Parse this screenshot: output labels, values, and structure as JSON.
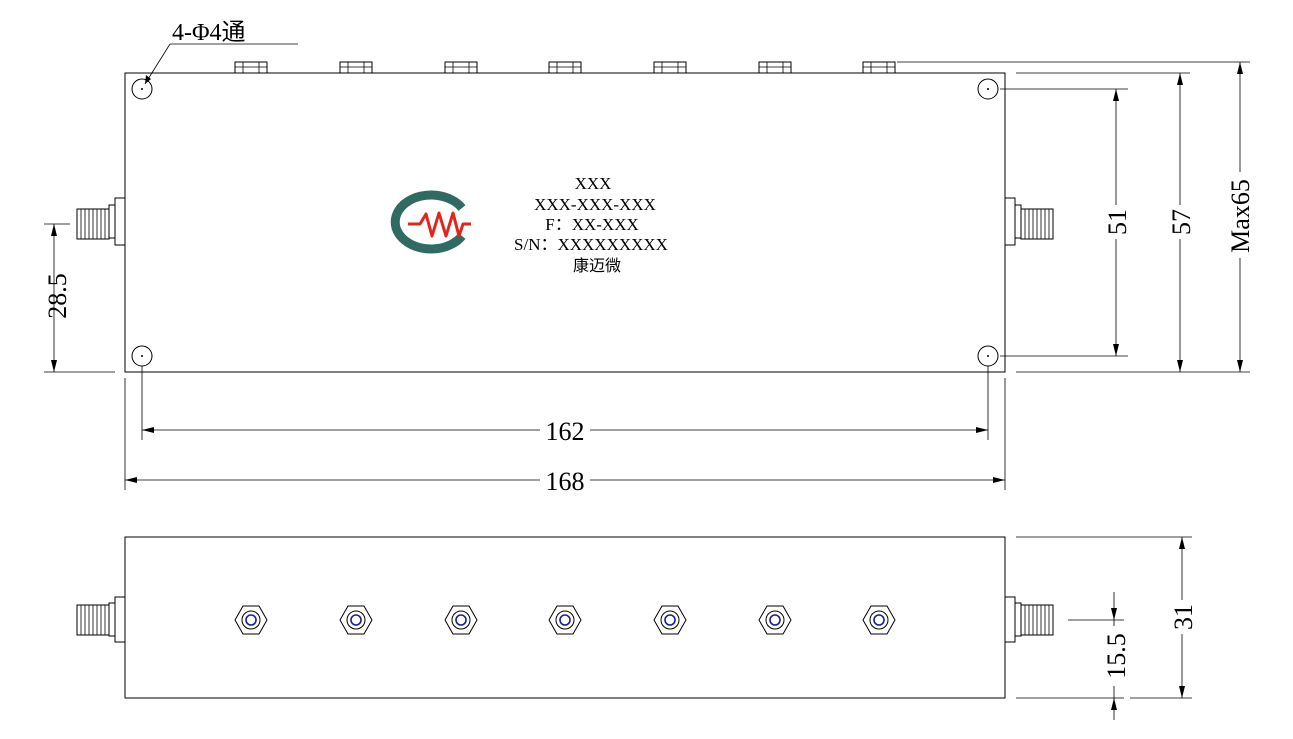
{
  "hole_callout": "4-Φ4通",
  "label": {
    "line1": "XXX",
    "line2": "XXX-XXX-XXX",
    "line3": "F：XX-XXX",
    "line4": "S/N：XXXXXXXXX",
    "line5": "康迈微"
  },
  "dimensions": {
    "connector_height": "28.5",
    "hole_spacing_vertical": "51",
    "body_height": "57",
    "max_height": "Max65",
    "hole_spacing_horizontal": "162",
    "body_length": "168",
    "side_connector_height": "15.5",
    "side_thickness": "31"
  },
  "colors": {
    "logo_gray": "#2f6b62",
    "logo_red": "#e0261b",
    "port_blue": "#1a1aa8"
  },
  "icons": [
    "logo-icon",
    "sma-connector-icon",
    "hex-nut-icon",
    "mounting-hole-icon"
  ]
}
